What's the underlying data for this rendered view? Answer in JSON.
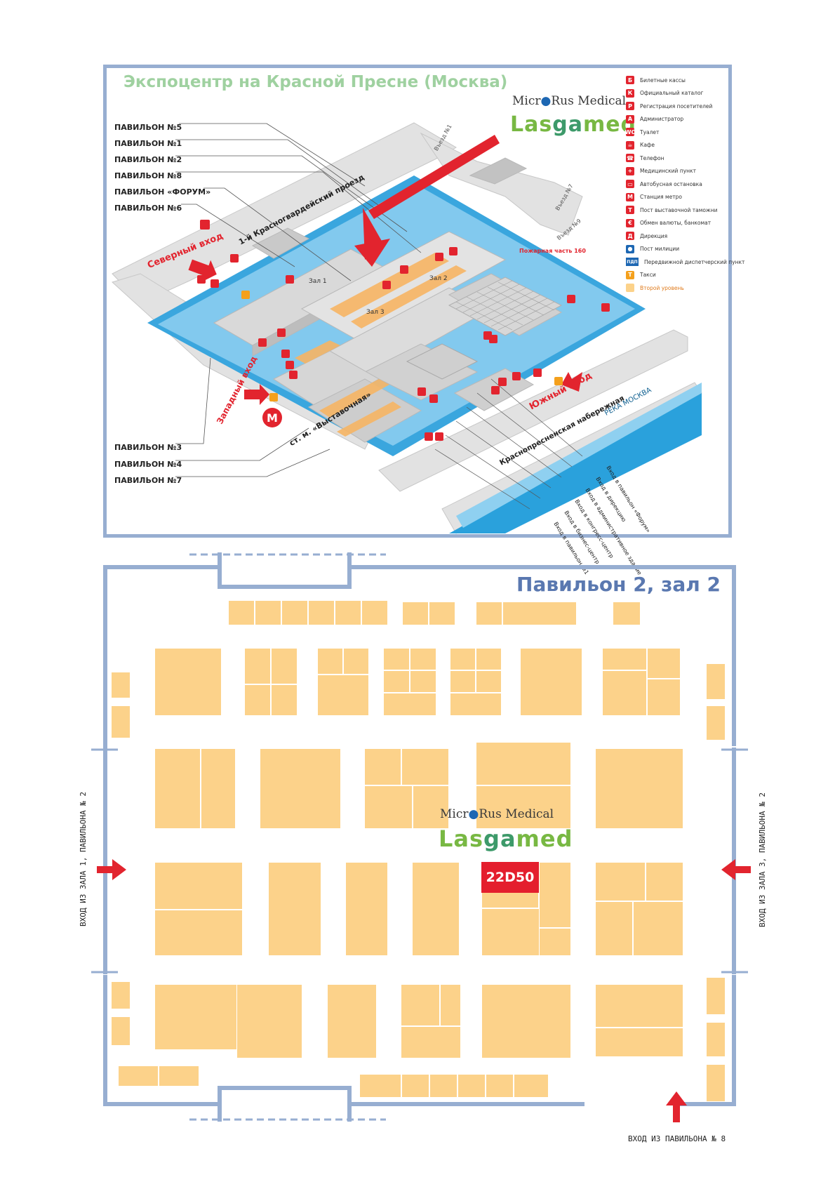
{
  "top_map": {
    "title": "Экспоцентр на Красной Пресне (Москва)",
    "brand_micro_left": "Micr",
    "brand_micro_right": "Rus Medical",
    "brand_lasgamed_1": "Las",
    "brand_lasgamed_2": "ga",
    "brand_lasgamed_3": "med",
    "pavilions_upper": [
      "ПАВИЛЬОН №5",
      "ПАВИЛЬОН №1",
      "ПАВИЛЬОН №2",
      "ПАВИЛЬОН №8",
      "ПАВИЛЬОН «ФОРУМ»",
      "ПАВИЛЬОН №6"
    ],
    "pavilions_lower": [
      "ПАВИЛЬОН №3",
      "ПАВИЛЬОН №4",
      "ПАВИЛЬОН №7"
    ],
    "legend": [
      {
        "icon": "Б",
        "label": "Билетные кассы"
      },
      {
        "icon": "К",
        "label": "Официальный каталог"
      },
      {
        "icon": "Р",
        "label": "Регистрация посетителей"
      },
      {
        "icon": "А",
        "label": "Администратор"
      },
      {
        "icon": "WC",
        "label": "Туалет"
      },
      {
        "icon": "☕",
        "label": "Кафе"
      },
      {
        "icon": "☎",
        "label": "Телефон"
      },
      {
        "icon": "+",
        "label": "Медицинский пункт"
      },
      {
        "icon": "▭",
        "label": "Автобусная остановка"
      },
      {
        "icon": "М",
        "label": "Станция метро"
      },
      {
        "icon": "Т",
        "label": "Пост выставочной таможни"
      },
      {
        "icon": "€",
        "label": "Обмен валюты, банкомат"
      },
      {
        "icon": "Д",
        "label": "Дирекция"
      },
      {
        "icon": "●",
        "label": "Пост милиции"
      },
      {
        "icon": "ПДП",
        "label": "Передвижной диспетчерский пункт"
      },
      {
        "icon": "T",
        "label": "Такси"
      },
      {
        "icon": "",
        "label": "Второй уровень"
      }
    ],
    "map_labels": {
      "north_entrance": "Северный вход",
      "west_entrance": "Западный вход",
      "south_entrance": "Южный вход",
      "metro": "ст. м. «Выставочная»",
      "street_north": "1-й Красногвардейский проезд",
      "embankment": "Краснопресненская набережная",
      "river": "РЕКА МОСКВА",
      "fire_station": "Пожарная часть 160",
      "hall_1": "Зал 1",
      "hall_2": "Зал 2",
      "hall_3": "Зал 3",
      "gate_1": "Въезд №1",
      "gate_7": "Въезд №7",
      "gate_9": "Въезд №9"
    },
    "entrances_right": [
      "Вход в павильон «Форум»",
      "Вход в дирекцию",
      "Вход в административное здание",
      "Вход в конгресс-центр",
      "Вход в бизнес-центр",
      "Вход в павильон №1"
    ]
  },
  "hall": {
    "title": "Павильон 2, зал 2",
    "stand_number": "22D50",
    "entry_left": "ВХОД ИЗ ЗАЛА 1, ПАВИЛЬОНА № 2",
    "entry_right": "ВХОД ИЗ ЗАЛА 3, ПАВИЛЬОНА № 2",
    "entry_bottom": "ВХОД ИЗ ПАВИЛЬОНА № 8",
    "brand_micro_left": "Micr",
    "brand_micro_right": "Rus Medical",
    "brand_lasgamed_1": "Las",
    "brand_lasgamed_2": "ga",
    "brand_lasgamed_3": "med"
  },
  "colors": {
    "frame": "#97aed1",
    "booth": "#fcd28a",
    "stand": "#e41e2d",
    "road": "#dcdcdc",
    "water": "#4ab3e6",
    "arrow": "#e2242e"
  }
}
